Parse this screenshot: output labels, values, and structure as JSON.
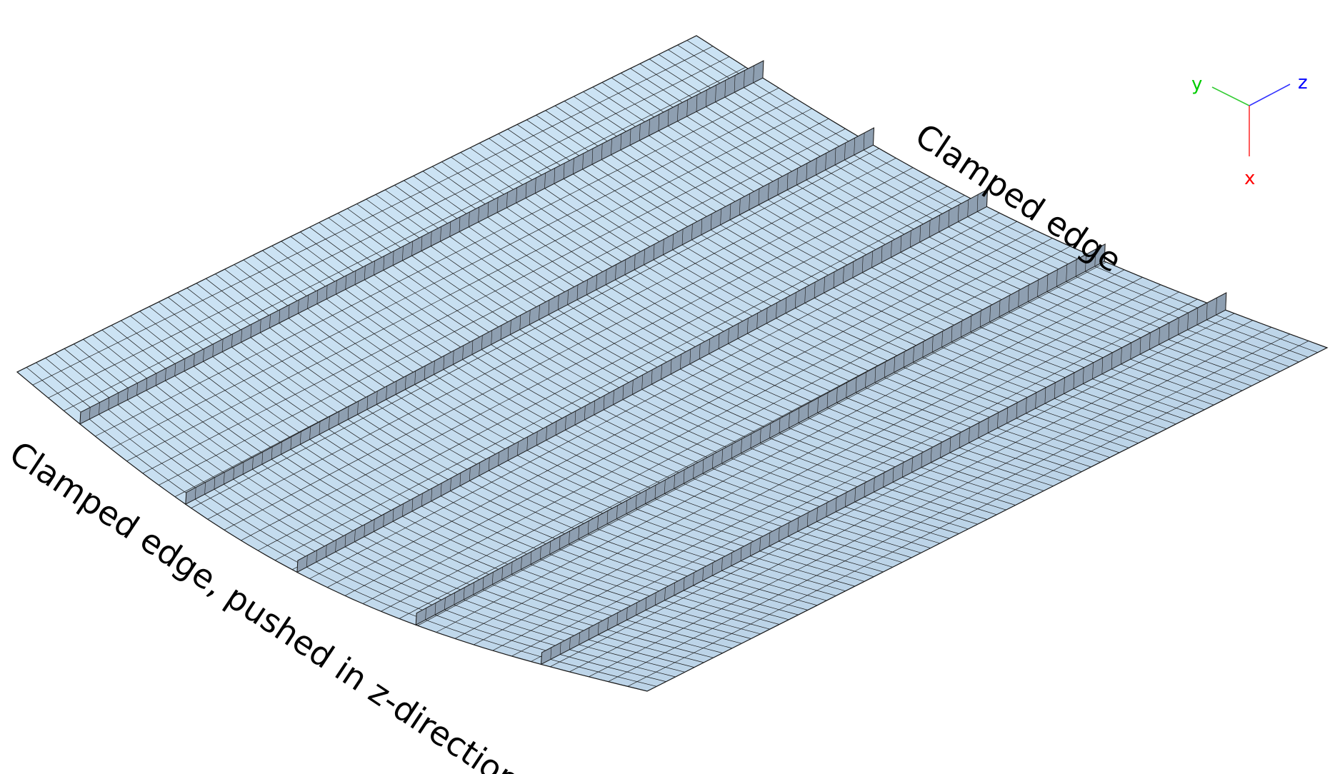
{
  "labels": {
    "top_right_edge": "Clamped edge",
    "bottom_left_edge": "Clamped edge, pushed in z-direction"
  },
  "axes_triad": {
    "x": {
      "label": "x",
      "color": "#ff0000"
    },
    "y": {
      "label": "y",
      "color": "#00cc00"
    },
    "z": {
      "label": "z",
      "color": "#0000ff"
    }
  },
  "mesh": {
    "skin_color_near": "#cfe6f7",
    "skin_color_far": "#b6cde3",
    "stiffener_color": "#8e9fb1",
    "line_color": "#1a1a1a",
    "stiffener_count": 5
  }
}
